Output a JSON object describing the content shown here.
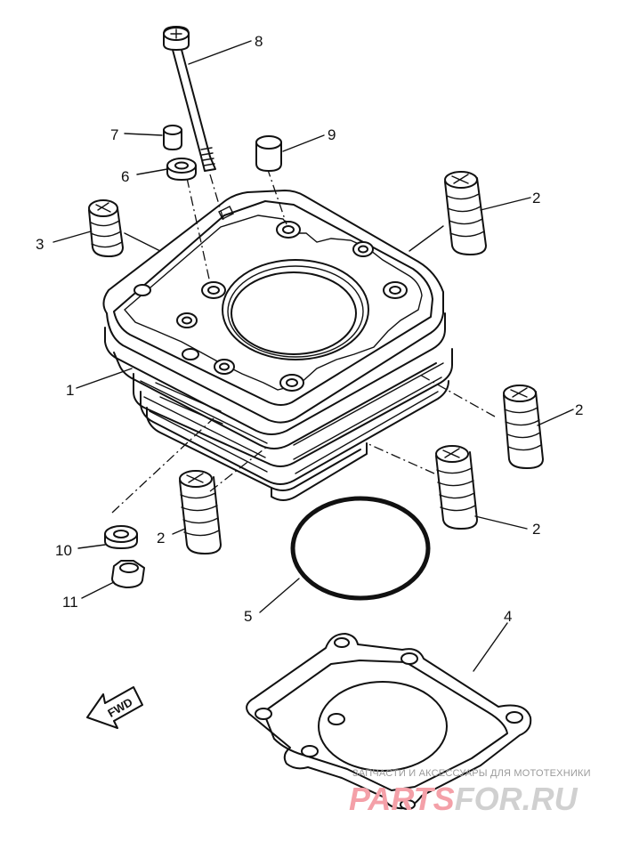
{
  "diagram": {
    "callouts": [
      {
        "id": "c1",
        "text": "1"
      },
      {
        "id": "c2a",
        "text": "2"
      },
      {
        "id": "c2b",
        "text": "2"
      },
      {
        "id": "c2c",
        "text": "2"
      },
      {
        "id": "c2d",
        "text": "2"
      },
      {
        "id": "c3",
        "text": "3"
      },
      {
        "id": "c4",
        "text": "4"
      },
      {
        "id": "c5",
        "text": "5"
      },
      {
        "id": "c6",
        "text": "6"
      },
      {
        "id": "c7",
        "text": "7"
      },
      {
        "id": "c8",
        "text": "8"
      },
      {
        "id": "c9",
        "text": "9"
      },
      {
        "id": "c10",
        "text": "10"
      },
      {
        "id": "c11",
        "text": "11"
      }
    ],
    "fwd_label": "FWD"
  },
  "watermark": {
    "tagline": "ЗАПЧАСТИ И АКСЕССУАРЫ ДЛЯ МОТОТЕХНИКИ",
    "brand_part1": "PARTS",
    "brand_part2": "FOR.RU",
    "colors": {
      "part1": "#f4a0a8",
      "part2": "#d0d0d0"
    }
  }
}
